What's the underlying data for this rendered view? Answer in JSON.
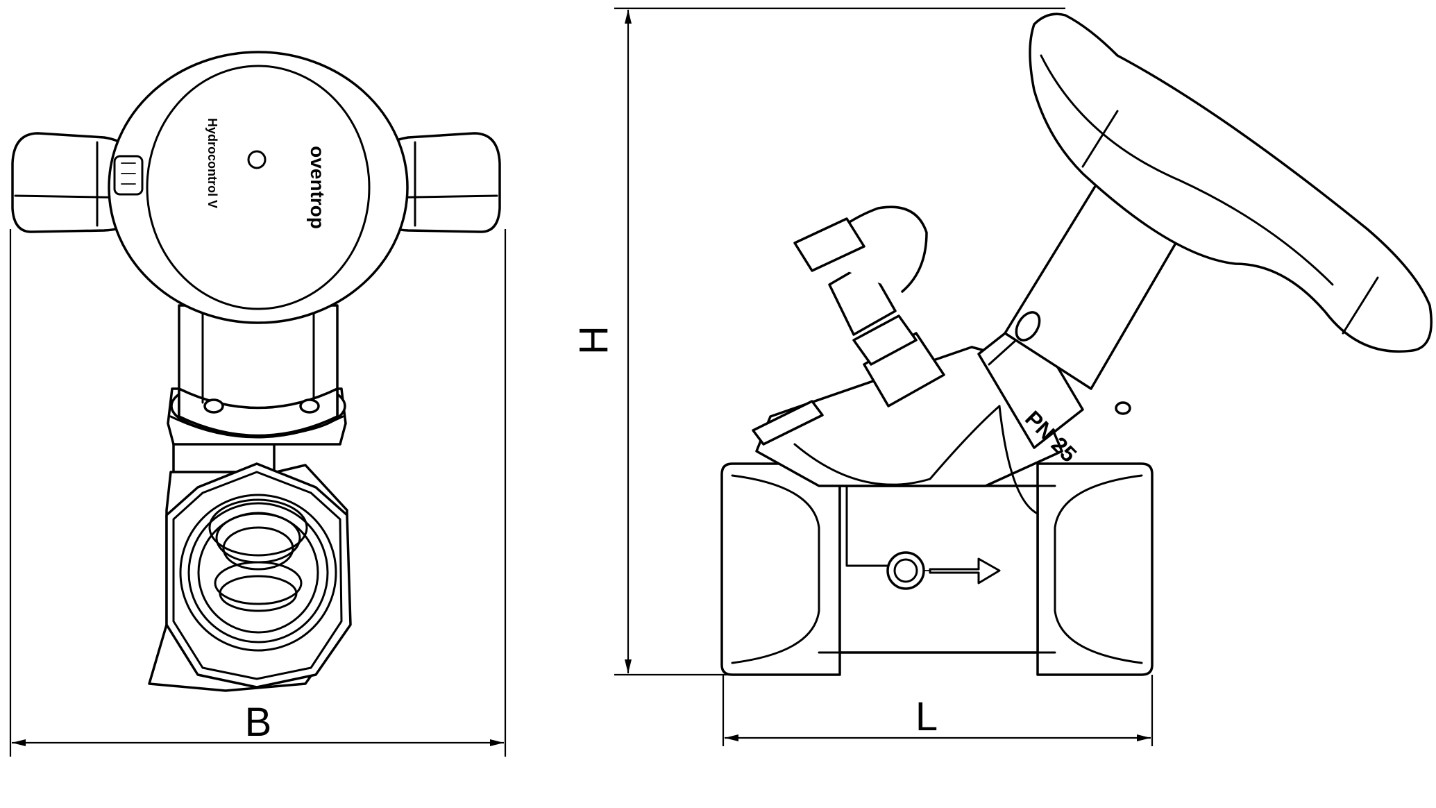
{
  "dimensions": {
    "width_label": "B",
    "height_label": "H",
    "length_label": "L"
  },
  "front_view": {
    "cap_text_brand": "oventrop",
    "cap_text_model": "Hydrocontrol V"
  },
  "side_view": {
    "pressure_rating": "PN 25"
  },
  "colors": {
    "line": "#000000",
    "background": "#ffffff"
  }
}
